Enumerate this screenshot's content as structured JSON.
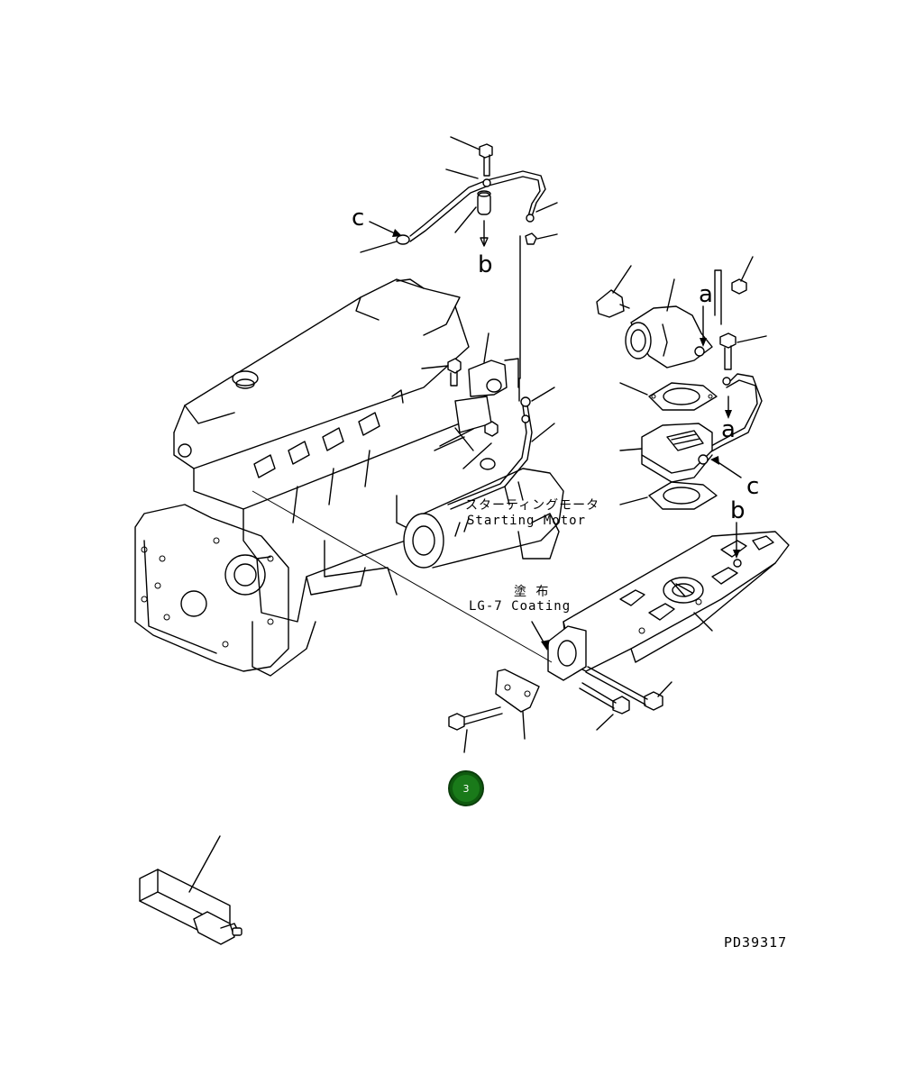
{
  "labels": {
    "starting_motor_ja": "スターティングモータ",
    "starting_motor_en": "Starting Motor",
    "coating_ja": "塗 布",
    "coating_en": "LG-7 Coating",
    "ref_a_1": "a",
    "ref_a_2": "a",
    "ref_b_1": "b",
    "ref_b_2": "b",
    "ref_c_1": "c",
    "ref_c_2": "c",
    "drawing_number": "PD39317"
  },
  "callout": {
    "number": "3",
    "color": "#1a7a1a"
  }
}
